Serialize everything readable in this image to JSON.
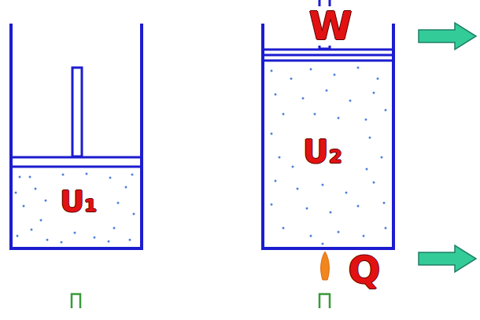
{
  "diagram": {
    "labels": [
      "U₁",
      "W",
      "U₂",
      "Q"
    ]
  }
}
